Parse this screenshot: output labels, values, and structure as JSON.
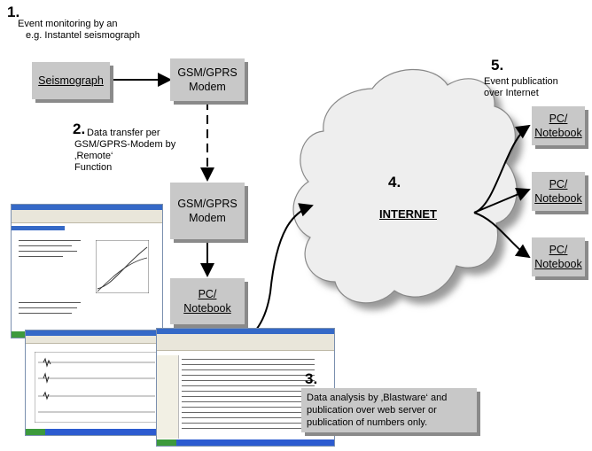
{
  "steps": {
    "s1": {
      "num": "1.",
      "line1": "Event monitoring by an",
      "line2": "e.g. Instantel seismograph"
    },
    "s2": {
      "num": "2.",
      "line1": "Data transfer per",
      "line2": "GSM/GPRS-Modem by ‚Remote‘",
      "line3": "Function"
    },
    "s3": {
      "num": "3.",
      "line1": "Data analysis by ‚Blastware‘ and",
      "line2": "publication over web server or",
      "line3": "publication of numbers only."
    },
    "s4": {
      "num": "4."
    },
    "s5": {
      "num": "5.",
      "line1": "Event publication",
      "line2": "over Internet"
    }
  },
  "boxes": {
    "seismograph": "Seismograph",
    "modem_line1": "GSM/GPRS",
    "modem_line2": "Modem",
    "pc_line1": "PC/",
    "pc_line2": "Notebook"
  },
  "cloud": {
    "label": "INTERNET"
  },
  "colors": {
    "box_fill": "#c8c8c8",
    "box_shadow": "#8a8a8a",
    "cloud_fill": "#eeeeee"
  }
}
